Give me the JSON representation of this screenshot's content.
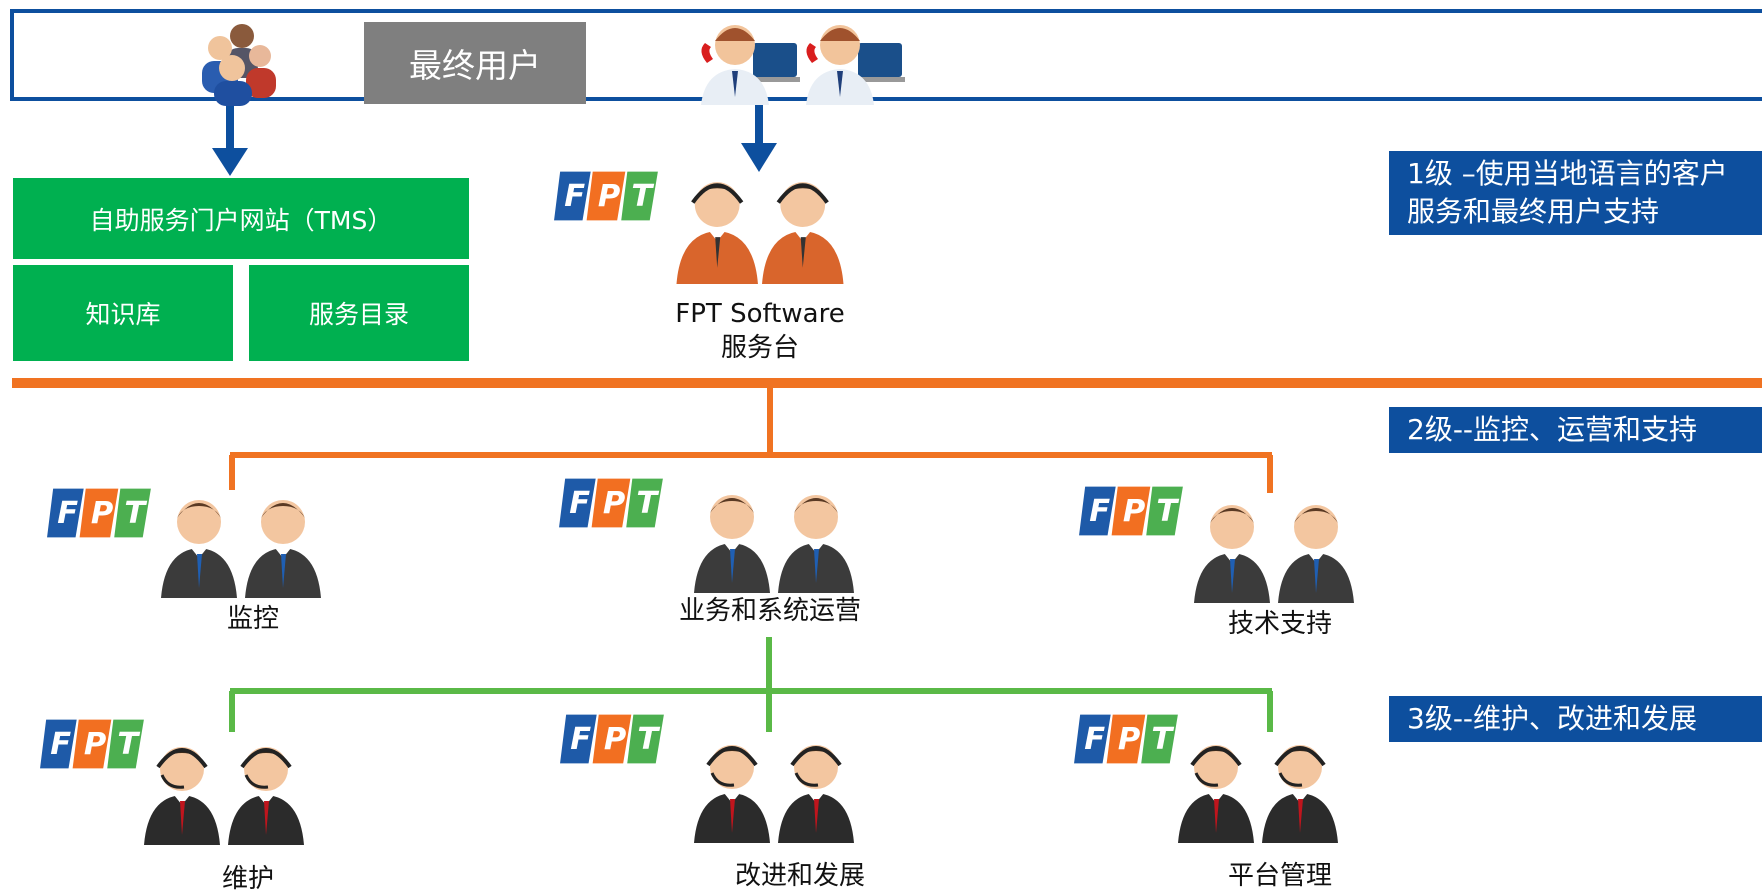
{
  "end_users": {
    "label": "最终用户"
  },
  "self_service": {
    "portal": "自助服务门户网站（TMS）",
    "knowledge_base": "知识库",
    "service_catalog": "服务目录"
  },
  "service_desk": {
    "line1": "FPT Software",
    "line2": "服务台"
  },
  "levels": [
    "1级 –使用当地语言的客户服务和最终用户支持",
    "2级--监控、运营和支持",
    "3级--维护、改进和发展"
  ],
  "level2_teams": [
    "监控",
    "业务和系统运营",
    "技术支持"
  ],
  "level3_teams": [
    "维护",
    "改进和发展",
    "平台管理"
  ],
  "colors": {
    "brand_blue": "#0d4f9e",
    "green": "#00b050",
    "orange": "#f07322",
    "line_green": "#5ab947",
    "gray": "#7f7f7f",
    "fpt_blue": "#1e5aa8",
    "fpt_orange": "#f26f21",
    "fpt_green": "#4caf50"
  }
}
